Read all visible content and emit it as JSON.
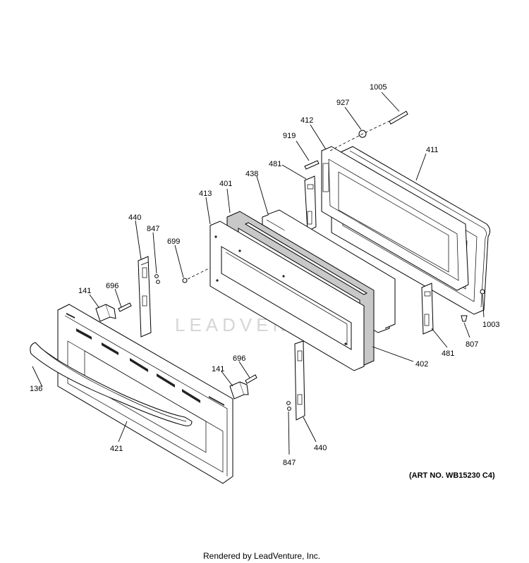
{
  "parts": {
    "p1005": "1005",
    "p927": "927",
    "p412": "412",
    "p919": "919",
    "p481a": "481",
    "p411": "411",
    "p438": "438",
    "p401": "401",
    "p413": "413",
    "p440a": "440",
    "p847a": "847",
    "p699": "699",
    "p141a": "141",
    "p696a": "696",
    "p1003": "1003",
    "p807": "807",
    "p481b": "481",
    "p402": "402",
    "p696b": "696",
    "p141b": "141",
    "p136": "136",
    "p421": "421",
    "p440b": "440",
    "p847b": "847"
  },
  "art_number": "(ART NO. WB15230 C4)",
  "watermark": "LEADVENTURE",
  "footer": "Rendered by LeadVenture, Inc."
}
